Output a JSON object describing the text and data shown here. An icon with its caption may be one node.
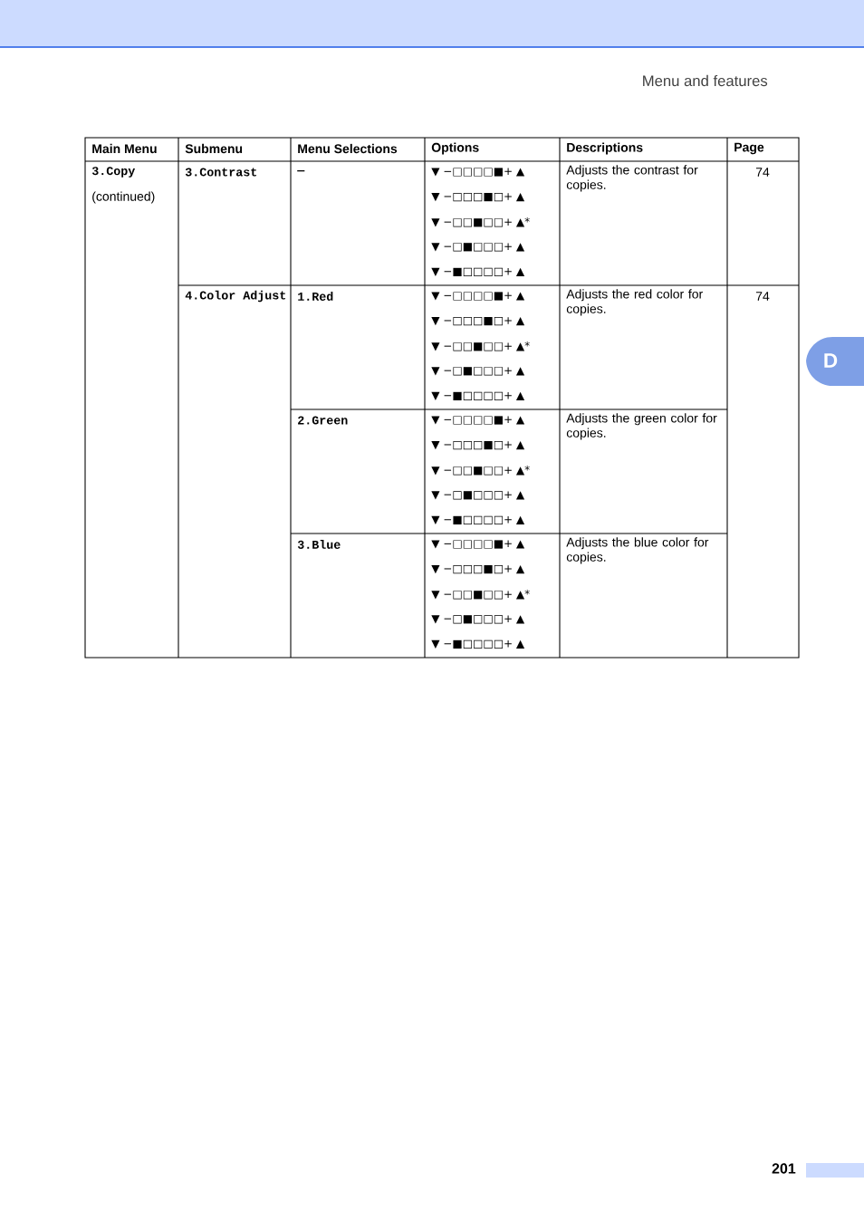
{
  "diagram": {
    "labels": [
      "Menu and features",
      "D",
      "Main Menu",
      "Submenu",
      "Menu Selections",
      "Options",
      "Descriptions",
      "Page",
      "3.Copy",
      "(continued)",
      "3.Contrast",
      "—",
      "▼ −□□□□■+ ▲",
      "▼ −□□□■□+ ▲",
      "▼ −□□■□□+ ▲*",
      "▼ −□■□□□+ ▲",
      "▼ −■□□□□+ ▲",
      "Adjusts the contrast for copies.",
      "74",
      "4.Color Adjust",
      "1.Red",
      "▼ −□□□□■+ ▲",
      "▼ −□□□■□+ ▲",
      "▼ −□□■□□+ ▲*",
      "▼ −□■□□□+ ▲",
      "▼ −■□□□□+ ▲",
      "Adjusts the red color for copies.",
      "74",
      "2.Green",
      "▼ −□□□□■+ ▲",
      "▼ −□□□■□+ ▲",
      "▼ −□□■□□+ ▲*",
      "▼ −□■□□□+ ▲",
      "▼ −■□□□□+ ▲",
      "Adjusts the green color for copies.",
      "3.Blue",
      "▼ −□□□□■+ ▲",
      "▼ −□□□■□+ ▲",
      "▼ −□□■□□+ ▲*",
      "▼ −□■□□□+ ▲",
      "▼ −■□□□□+ ▲",
      "Adjusts the blue color for copies.",
      "201"
    ]
  }
}
